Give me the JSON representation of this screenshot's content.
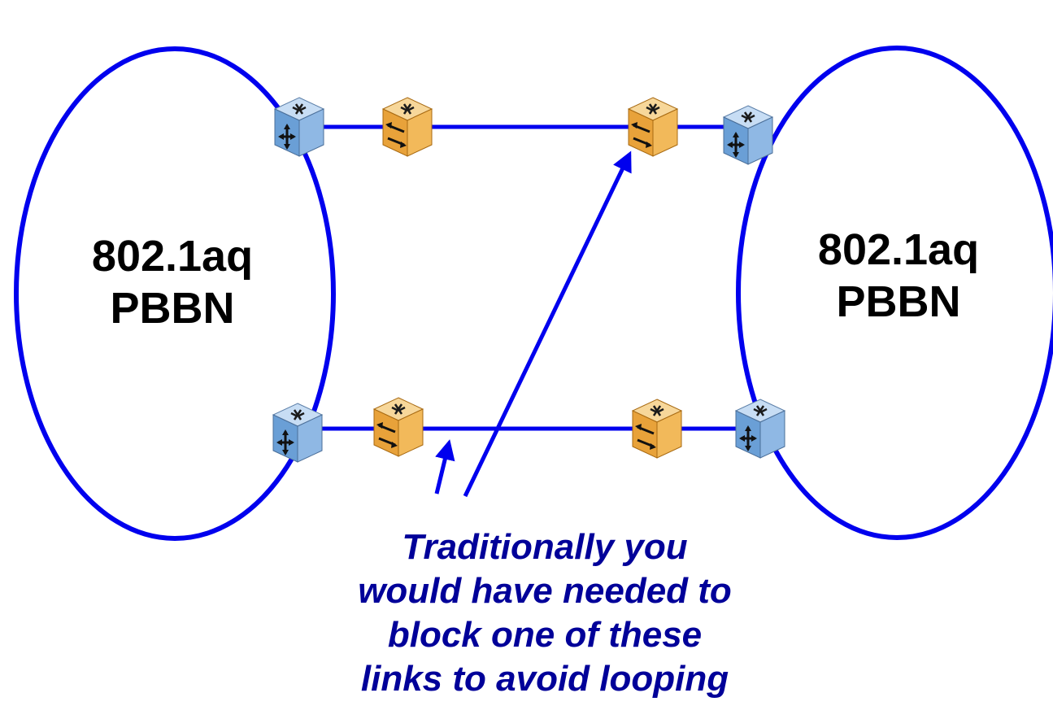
{
  "networks": {
    "left": {
      "line1": "802.1aq",
      "line2": "PBBN"
    },
    "right": {
      "line1": "802.1aq",
      "line2": "PBBN"
    }
  },
  "annotation": {
    "lines": [
      "Traditionally you",
      "would have needed to",
      "block one of these",
      "links to avoid looping"
    ]
  },
  "colors": {
    "link": "#0000ee",
    "annotation_text": "#000099",
    "core_switch": "#6a9fd6",
    "edge_switch": "#e8a23a"
  },
  "icons": {
    "core_switch": "blue-switch-icon",
    "edge_switch": "orange-switch-icon"
  }
}
